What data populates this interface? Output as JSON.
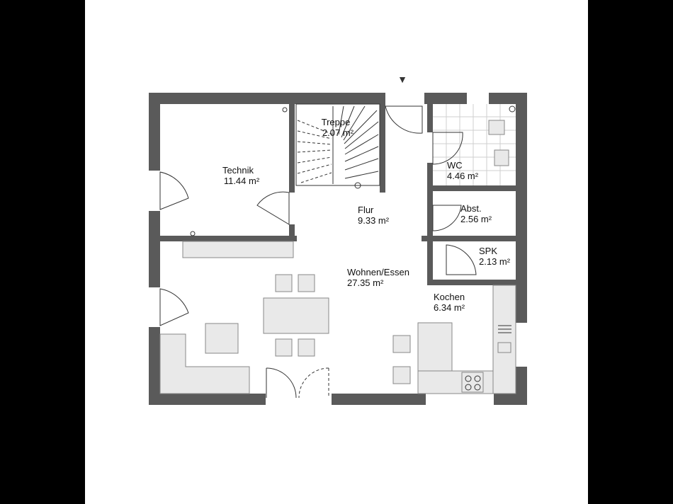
{
  "rooms": {
    "technik": {
      "name": "Technik",
      "area": "11.44 m²"
    },
    "treppe": {
      "name": "Treppe",
      "area": "2.07 m²"
    },
    "wc": {
      "name": "WC",
      "area": "4.46 m²"
    },
    "flur": {
      "name": "Flur",
      "area": "9.33 m²"
    },
    "abst": {
      "name": "Abst.",
      "area": "2.56 m²"
    },
    "spk": {
      "name": "SPK",
      "area": "2.13 m²"
    },
    "wohnen": {
      "name": "Wohnen/Essen",
      "area": "27.35 m²"
    },
    "kochen": {
      "name": "Kochen",
      "area": "6.34 m²"
    }
  },
  "entrance_marker": "▼"
}
